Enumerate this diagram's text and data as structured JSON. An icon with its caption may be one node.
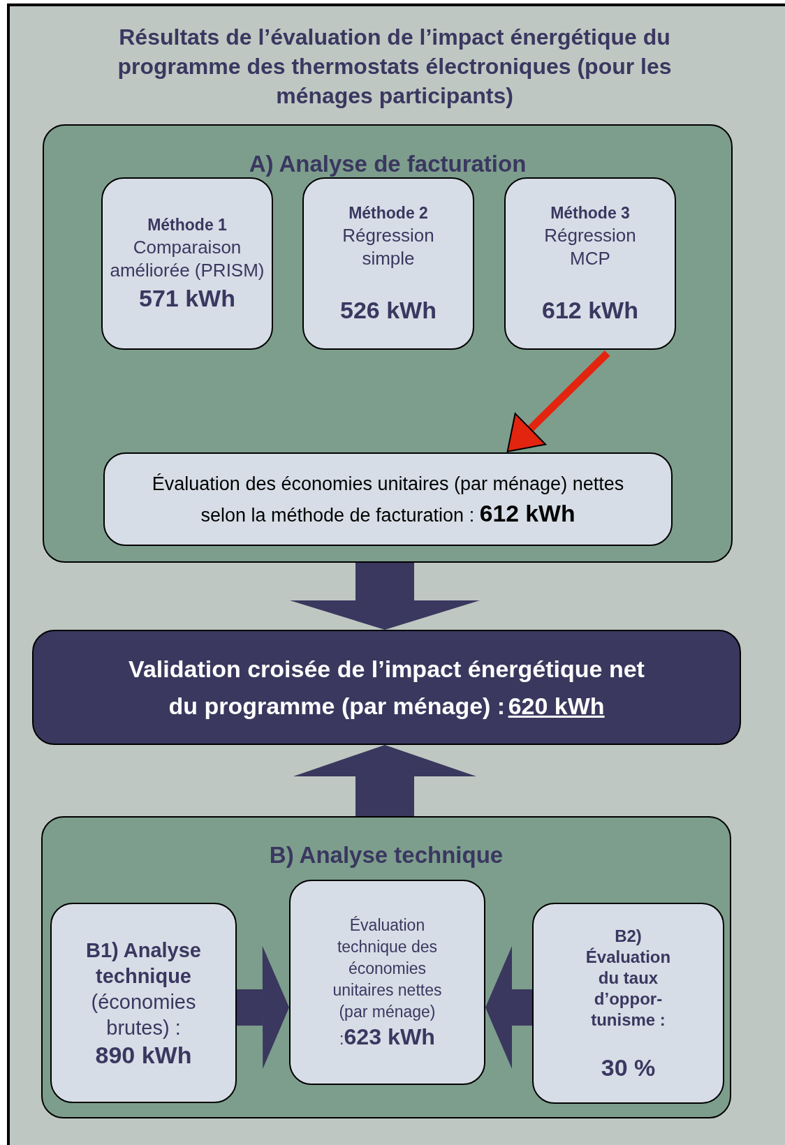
{
  "diagram": {
    "title": "Résultats de l’évaluation de l’impact énergétique du programme des thermostats électroniques (pour les ménages participants)",
    "nodes": [
      {
        "text": [
          "A) Analyse de facturation"
        ]
      },
      {
        "text": [
          "Méthode 1",
          "Comparaison améliorée (PRISM)",
          "571 kWh"
        ],
        "in": 0
      },
      {
        "text": [
          "Méthode 2",
          "Régression simple",
          "526 kWh"
        ],
        "in": 0
      },
      {
        "text": [
          "Méthode 3",
          "Régression MCP",
          "612 kWh"
        ],
        "in": 0
      },
      {
        "text": [
          "Évaluation des économies unitaires (par ménage) nettes selon la méthode de facturation : **612 kWh**"
        ],
        "in": 0
      },
      {
        "text": [
          "Validation croisée de l’impact énergétique net du programme (par ménage) :",
          "620 kWh"
        ]
      },
      {
        "text": [
          "B) Analyse technique"
        ]
      },
      {
        "text": [
          "**B1) Analyse technique** (économies brutes) :",
          "890 kWh"
        ],
        "in": 6
      },
      {
        "text": [
          "Évaluation technique des économies unitaires nettes (par ménage) :**623 kWh**"
        ],
        "in": 6
      },
      {
        "text": [
          "B2) Évaluation du taux d’oppor-tunisme :",
          "30 %"
        ],
        "in": 6
      }
    ],
    "edges": [
      {
        "from": 3,
        "to": 4,
        "arrow": "to",
        "color": "#e3240f"
      },
      {
        "from": 0,
        "to": 5,
        "arrow": "to"
      },
      {
        "from": 6,
        "to": 5,
        "arrow": "to"
      },
      {
        "from": 7,
        "to": 8,
        "arrow": "to"
      },
      {
        "from": 9,
        "to": 8,
        "arrow": "to"
      }
    ]
  }
}
